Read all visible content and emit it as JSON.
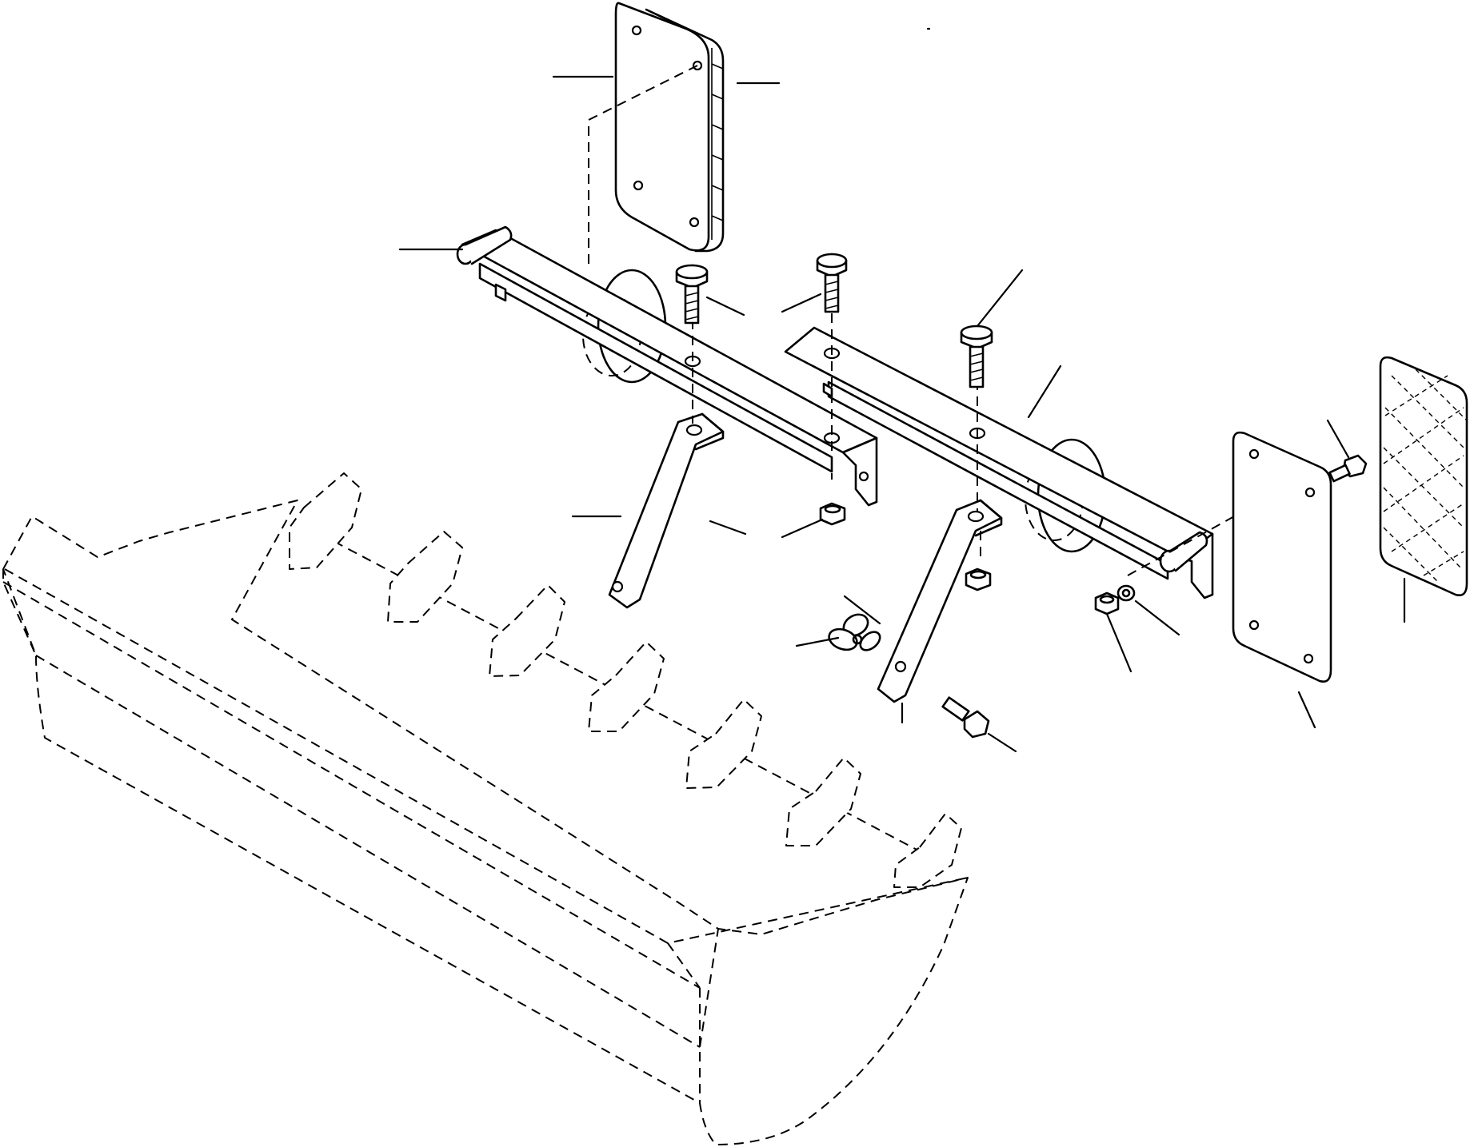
{
  "diagram": {
    "parts": [
      {
        "id": "left-mirror",
        "icon": "mirror-icon"
      },
      {
        "id": "right-mirror",
        "icon": "mirror-icon"
      },
      {
        "id": "right-mirror-glass",
        "icon": "mirror-glass-icon"
      },
      {
        "id": "left-mirror-arm",
        "icon": "bracket-icon"
      },
      {
        "id": "right-mirror-arm",
        "icon": "bracket-icon"
      },
      {
        "id": "left-support-stay",
        "icon": "stay-icon"
      },
      {
        "id": "right-support-stay",
        "icon": "stay-icon"
      },
      {
        "id": "bolts",
        "icon": "bolt-icon"
      },
      {
        "id": "nuts",
        "icon": "nut-icon"
      },
      {
        "id": "wing-nut",
        "icon": "wing-nut-icon"
      },
      {
        "id": "bucket-outline",
        "icon": "bucket-icon"
      }
    ],
    "callout_count": 21
  }
}
